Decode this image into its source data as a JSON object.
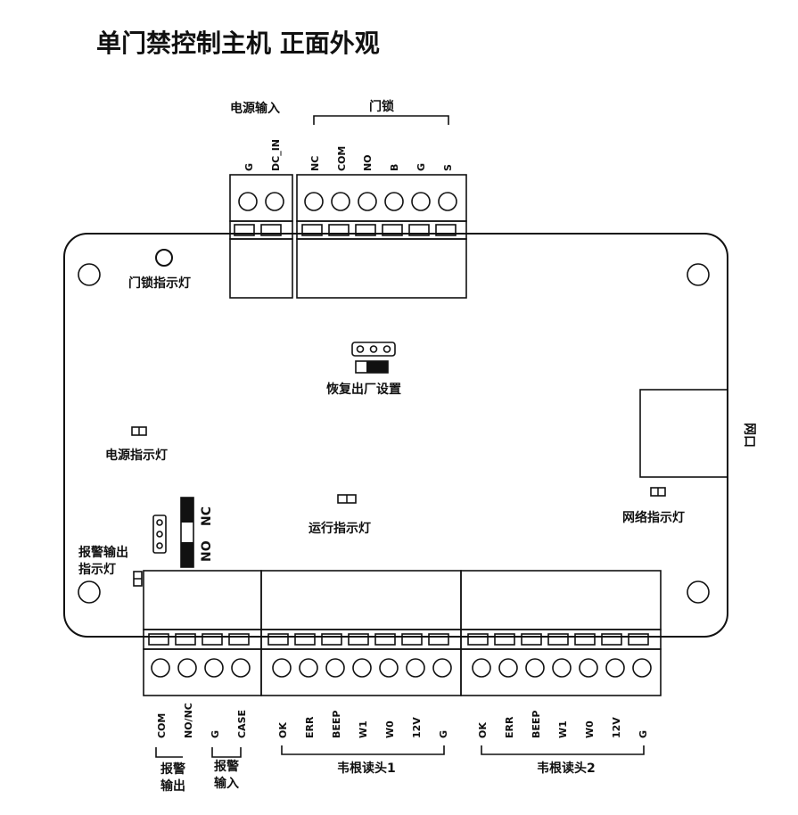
{
  "title": "单门禁控制主机  正面外观",
  "labels": {
    "power_input": "电源输入",
    "door_lock": "门锁",
    "lock_indicator": "门锁指示灯",
    "factory_reset": "恢复出厂设置",
    "power_indicator": "电源指示灯",
    "run_indicator": "运行指示灯",
    "network_indicator": "网络指示灯",
    "network_port": "网口",
    "alarm_out_indicator_1": "报警输出",
    "alarm_out_indicator_2": "指示灯",
    "jumper_nc": "NC",
    "jumper_no": "NO",
    "alarm_output_1": "报警",
    "alarm_output_2": "输出",
    "alarm_input_1": "报警",
    "alarm_input_2": "输入",
    "wiegand_1": "韦根读头1",
    "wiegand_2": "韦根读头2"
  },
  "pins": {
    "power": [
      "G",
      "DC_IN"
    ],
    "lock": [
      "NC",
      "COM",
      "NO",
      "B",
      "G",
      "S"
    ],
    "alarm": [
      "COM",
      "NO/NC",
      "G",
      "CASE"
    ],
    "wiegand1": [
      "OK",
      "ERR",
      "BEEP",
      "W1",
      "W0",
      "12V",
      "G"
    ],
    "wiegand2": [
      "OK",
      "ERR",
      "BEEP",
      "W1",
      "W0",
      "12V",
      "G"
    ]
  }
}
